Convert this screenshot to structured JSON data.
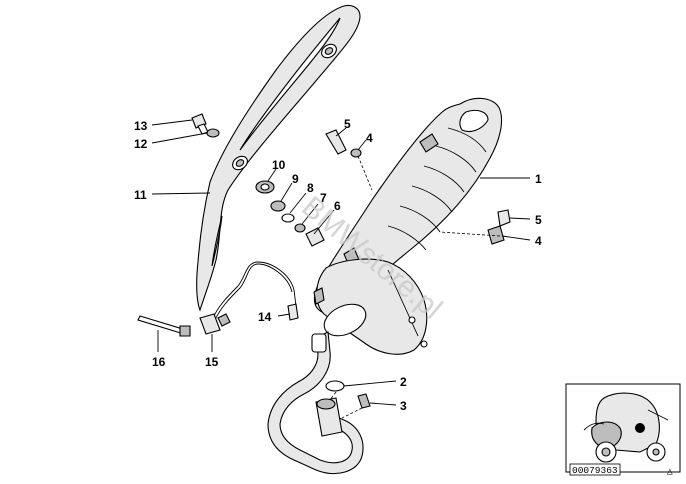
{
  "diagram": {
    "callouts": [
      {
        "id": "c1",
        "label": "1"
      },
      {
        "id": "c2",
        "label": "2"
      },
      {
        "id": "c3",
        "label": "3"
      },
      {
        "id": "c4a",
        "label": "4"
      },
      {
        "id": "c4b",
        "label": "4"
      },
      {
        "id": "c5a",
        "label": "5"
      },
      {
        "id": "c5b",
        "label": "5"
      },
      {
        "id": "c6",
        "label": "6"
      },
      {
        "id": "c7",
        "label": "7"
      },
      {
        "id": "c8",
        "label": "8"
      },
      {
        "id": "c9",
        "label": "9"
      },
      {
        "id": "c10",
        "label": "10"
      },
      {
        "id": "c11",
        "label": "11"
      },
      {
        "id": "c12",
        "label": "12"
      },
      {
        "id": "c13",
        "label": "13"
      },
      {
        "id": "c14",
        "label": "14"
      },
      {
        "id": "c15",
        "label": "15"
      },
      {
        "id": "c16",
        "label": "16"
      }
    ],
    "watermark": "BMWstore.pl",
    "reference_number": "00079363",
    "corner_symbol": "△",
    "colors": {
      "ink": "#000000",
      "part_fill": "#e8e8e8",
      "shade": "#bdbdbd",
      "watermark": "#c9c9c9"
    }
  }
}
